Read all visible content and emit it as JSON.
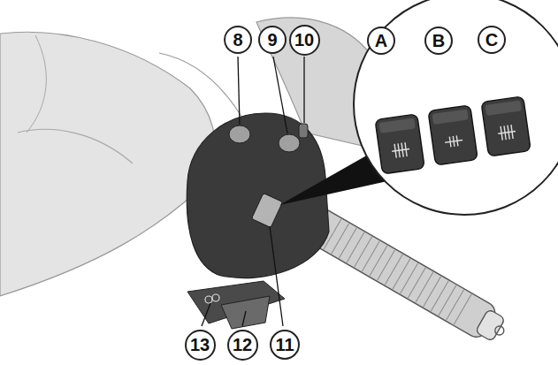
{
  "diagram": {
    "nodes": [
      {
        "text": [
          "8"
        ]
      },
      {
        "text": [
          "9"
        ]
      },
      {
        "text": [
          "10"
        ]
      },
      {
        "text": [
          "A"
        ]
      },
      {
        "text": [
          "B"
        ]
      },
      {
        "text": [
          "C"
        ]
      },
      {
        "text": [
          "13"
        ]
      },
      {
        "text": [
          "12"
        ]
      },
      {
        "text": [
          "11"
        ]
      }
    ]
  }
}
